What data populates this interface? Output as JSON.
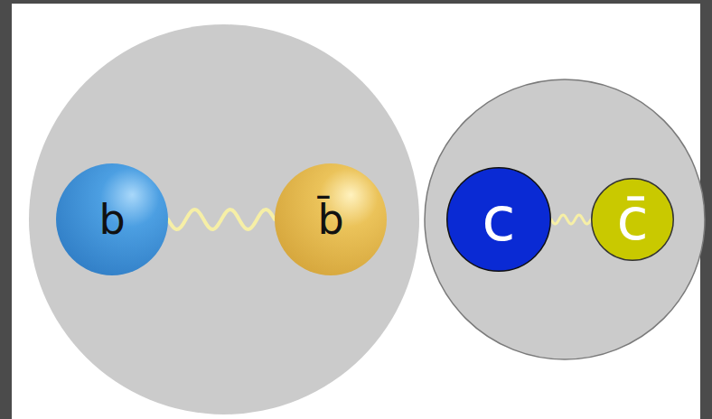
{
  "diagram": {
    "nodes": [
      {
        "text": [
          "b"
        ]
      },
      {
        "text": [
          "b̄"
        ]
      },
      {
        "text": [
          "c"
        ]
      },
      {
        "text": [
          "c̄"
        ]
      }
    ],
    "edges": [
      {
        "from": 0,
        "to": 1,
        "arrow": "none"
      },
      {
        "from": 2,
        "to": 3,
        "arrow": "none"
      }
    ]
  }
}
